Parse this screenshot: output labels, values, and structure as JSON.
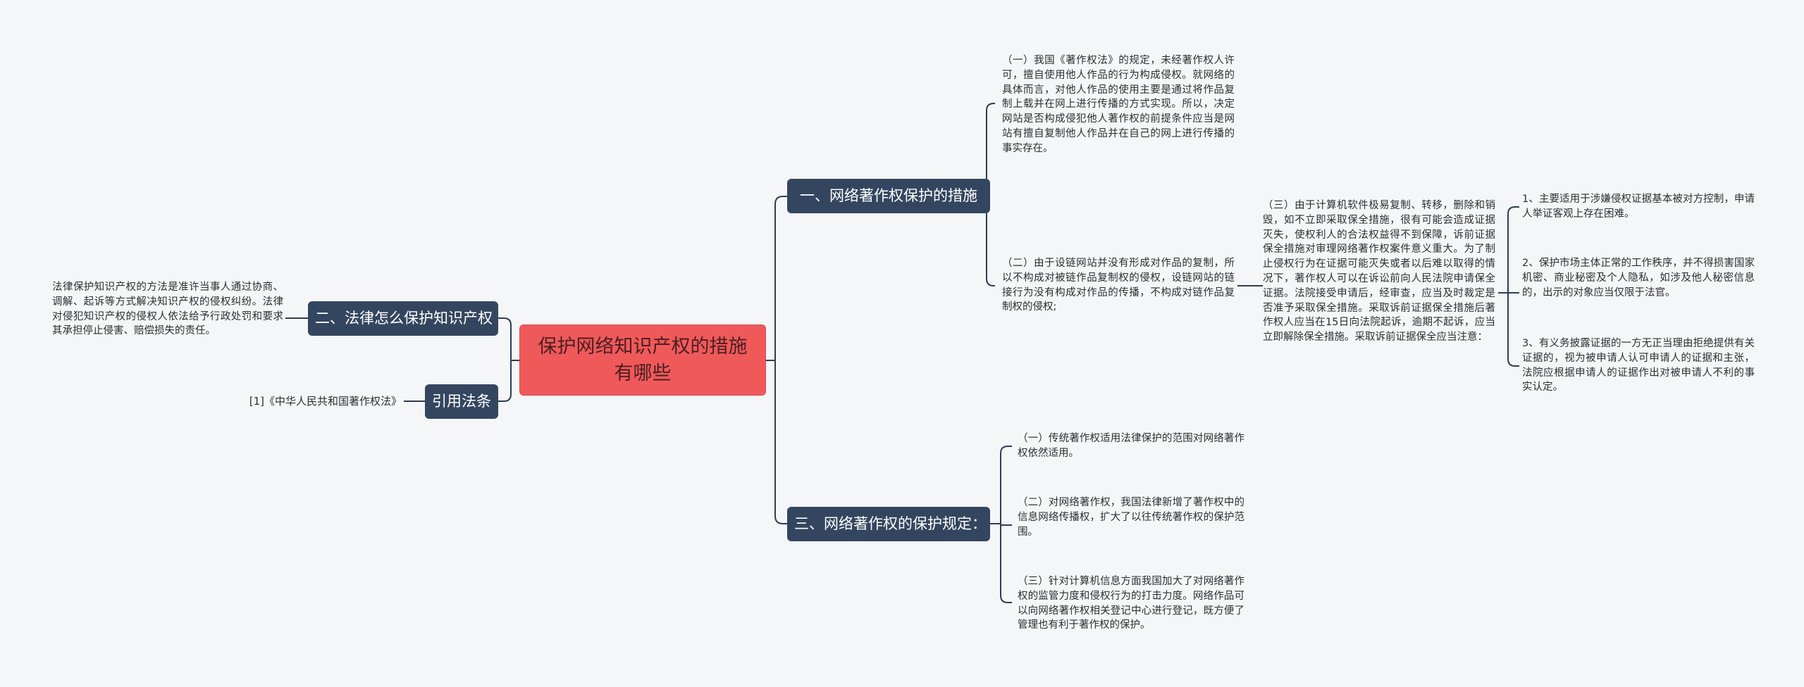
{
  "root": {
    "title": "保护网络知识产权的措施有哪些"
  },
  "branches": {
    "b1": {
      "label": "一、网络著作权保护的措施",
      "items": {
        "i1": "（一）我国《著作权法》的规定，未经著作权人许可，擅自使用他人作品的行为构成侵权。就网络的具体而言，对他人作品的使用主要是通过将作品复制上载并在网上进行传播的方式实现。所以，决定网站是否构成侵犯他人著作权的前提条件应当是网站有擅自复制他人作品并在自己的网上进行传播的事实存在。",
        "i2": "（二）由于设链网站并没有形成对作品的复制，所以不构成对被链作品复制权的侵权，设链网站的链接行为没有构成对作品的传播，不构成对链作品复制权的侵权;",
        "i3": "（三）由于计算机软件极易复制、转移，删除和销毁，如不立即采取保全措施，很有可能会造成证据灭失，使权利人的合法权益得不到保障，诉前证据保全措施对审理网络著作权案件意义重大。为了制止侵权行为在证据可能灭失或者以后难以取得的情况下，著作权人可以在诉讼前向人民法院申请保全证据。法院接受申请后，经审查，应当及时裁定是否准予采取保全措施。采取诉前证据保全措施后著作权人应当在15日向法院起诉，逾期不起诉，应当立即解除保全措施。采取诉前证据保全应当注意：",
        "sub": {
          "s1": "1、主要适用于涉嫌侵权证据基本被对方控制，申请人举证客观上存在困难。",
          "s2": "2、保护市场主体正常的工作秩序，并不得损害国家机密、商业秘密及个人隐私，如涉及他人秘密信息的，出示的对象应当仅限于法官。",
          "s3": "3、有义务披露证据的一方无正当理由拒绝提供有关证据的，视为被申请人认可申请人的证据和主张，法院应根据申请人的证据作出对被申请人不利的事实认定。"
        }
      }
    },
    "b2": {
      "label": "二、法律怎么保护知识产权",
      "text": "法律保护知识产权的方法是准许当事人通过协商、调解、起诉等方式解决知识产权的侵权纠纷。法律对侵犯知识产权的侵权人依法给予行政处罚和要求其承担停止侵害、赔偿损失的责任。"
    },
    "b3": {
      "label": "三、网络著作权的保护规定：",
      "items": {
        "i1": "（一）传统著作权适用法律保护的范围对网络著作权依然适用。",
        "i2": "（二）对网络著作权，我国法律新增了著作权中的信息网络传播权，扩大了以往传统著作权的保护范围。",
        "i3": "（三）针对计算机信息方面我国加大了对网络著作权的监管力度和侵权行为的打击力度。网络作品可以向网络著作权相关登记中心进行登记，既方便了管理也有利于著作权的保护。"
      }
    },
    "b4": {
      "label": "引用法条",
      "citation": "[1]《中华人民共和国著作权法》"
    }
  },
  "colors": {
    "root_fill": "#f0595a",
    "branch_fill": "#34465f",
    "connector": "#2f3d52",
    "background": "#f5f6f8"
  }
}
